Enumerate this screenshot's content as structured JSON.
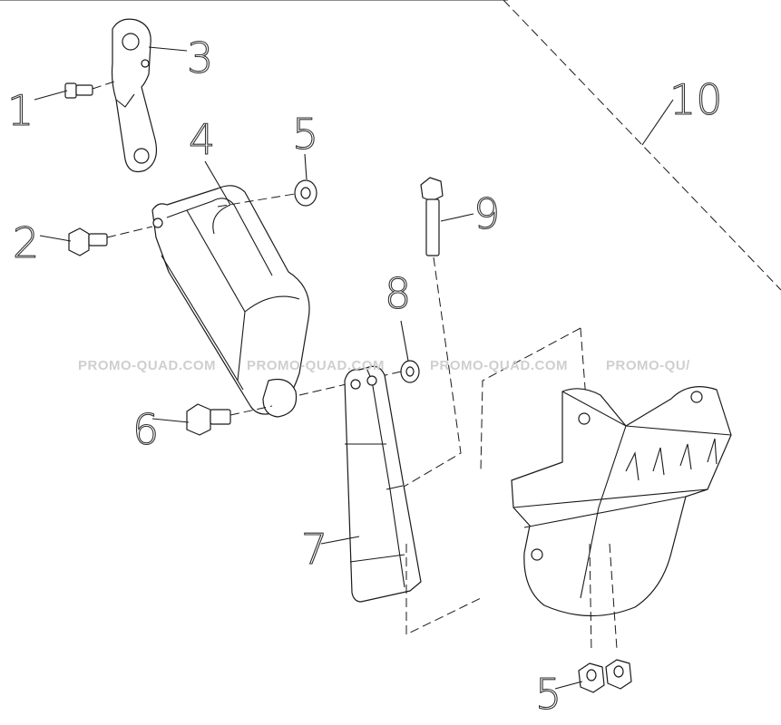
{
  "diagram": {
    "callouts": {
      "c1": "1",
      "c2": "2",
      "c3": "3",
      "c4": "4",
      "c5a": "5",
      "c5b": "5",
      "c6": "6",
      "c7": "7",
      "c8": "8",
      "c9": "9",
      "c10": "10"
    },
    "watermarks": [
      "PROMO-QUAD.COM",
      "PROMO-QUAD.COM",
      "PROMO-QUAD.COM",
      "PROMO-QU/"
    ]
  }
}
